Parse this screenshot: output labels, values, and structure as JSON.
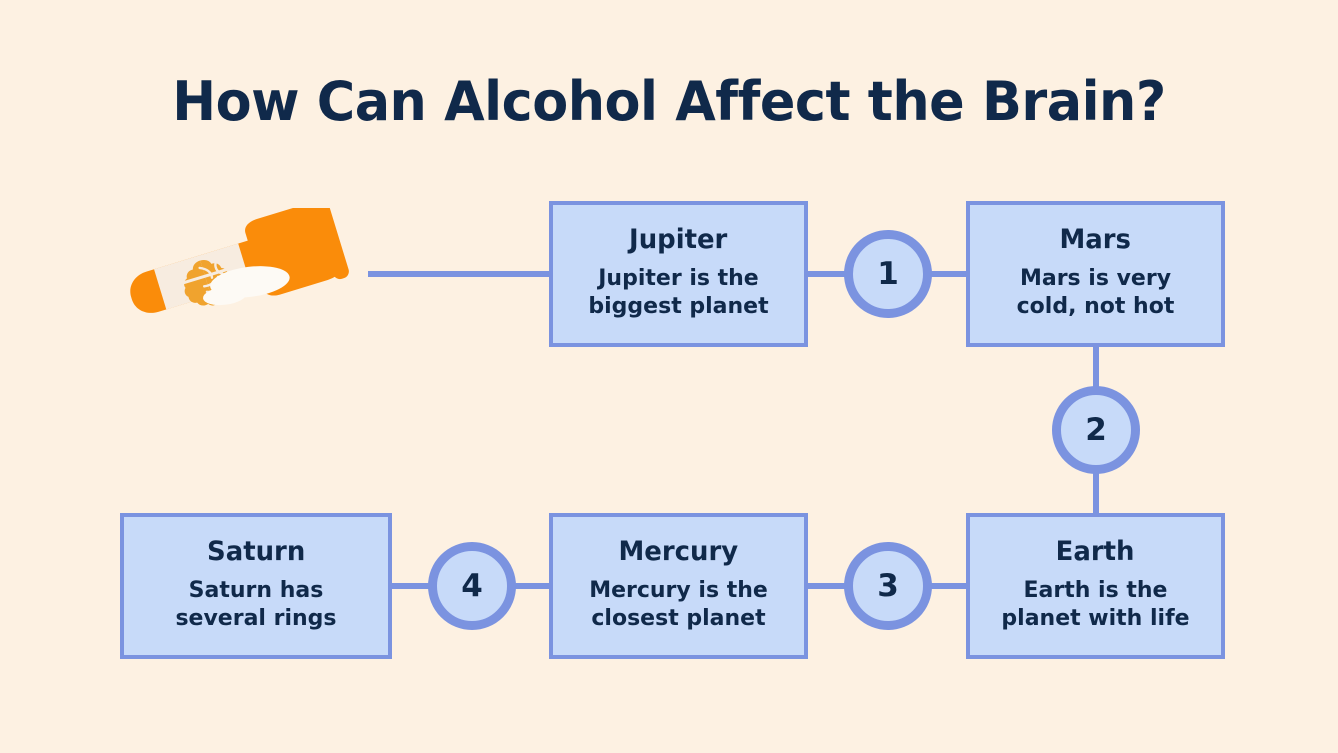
{
  "page": {
    "title": "How Can Alcohol Affect the Brain?",
    "background_stripe_cream": "#fdf1e2",
    "background_stripe_white": "#ffffff",
    "title_color": "#10294a",
    "box_fill": "#c7daf9",
    "box_border": "#7b93e0",
    "connector_color": "#7b93e0",
    "accent_orange": "#fa8c0a",
    "accent_orange_light": "#f0a32e",
    "label_cream": "#f7ece0"
  },
  "illustration": {
    "name": "tilted-alcohol-bottle-with-brain-label",
    "brain_icon": "brain-icon",
    "bottle_icon": "bottle-icon"
  },
  "nodes": [
    {
      "id": "jupiter",
      "title": "Jupiter",
      "description": "Jupiter is the\nbiggest planet"
    },
    {
      "id": "mars",
      "title": "Mars",
      "description": "Mars is very\ncold, not hot"
    },
    {
      "id": "earth",
      "title": "Earth",
      "description": "Earth is the\nplanet with life"
    },
    {
      "id": "mercury",
      "title": "Mercury",
      "description": "Mercury is the\nclosest planet"
    },
    {
      "id": "saturn",
      "title": "Saturn",
      "description": "Saturn has\nseveral rings"
    }
  ],
  "steps": [
    {
      "id": "step-1",
      "number": "1"
    },
    {
      "id": "step-2",
      "number": "2"
    },
    {
      "id": "step-3",
      "number": "3"
    },
    {
      "id": "step-4",
      "number": "4"
    }
  ]
}
